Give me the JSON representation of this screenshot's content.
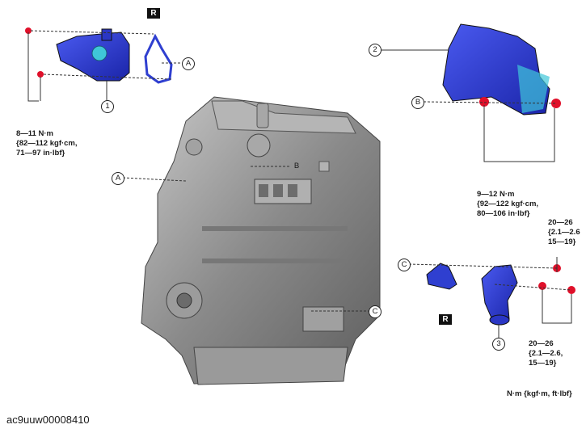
{
  "parts": [
    {
      "id": "part-1",
      "number": "1"
    },
    {
      "id": "part-2",
      "number": "2"
    },
    {
      "id": "part-3",
      "number": "3"
    }
  ],
  "refs": [
    "A",
    "B",
    "C"
  ],
  "r_mark": "R",
  "torque_specs": {
    "spec_1": [
      "8—11 N·m",
      "{82—112 kgf·cm,",
      "71—97 in·lbf}"
    ],
    "spec_2": [
      "9—12 N·m",
      "{92—122 kgf·cm,",
      "80—106 in·lbf}"
    ],
    "spec_3": [
      "20—26",
      "{2.1—2.6",
      "15—19}"
    ],
    "spec_4": [
      "20—26",
      "{2.1—2.6,",
      "15—19}"
    ]
  },
  "units_note": "N·m {kgf·m, ft·lbf}",
  "caption": "ac9uuw00008410",
  "colors": {
    "part_blue": "#2f3fd0",
    "part_cyan": "#3fc6d8",
    "engine_grey": "#8e8e8e",
    "bolt_red": "#e0102a"
  }
}
